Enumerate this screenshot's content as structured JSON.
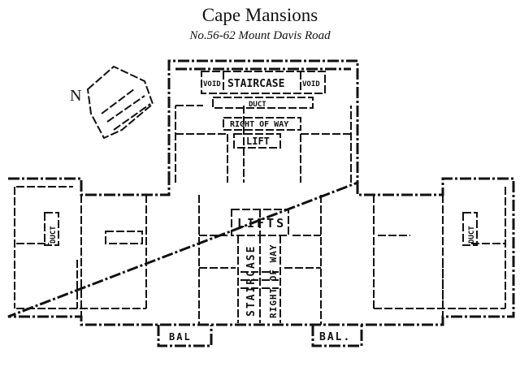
{
  "title": "Cape Mansions",
  "subtitle": "No.56-62 Mount Davis Road",
  "north_label": "N",
  "labels": {
    "void_left": "VOID",
    "staircase_top": "STAIRCASE",
    "void_right": "VOID",
    "duct_top": "DUCT",
    "right_of_way_top": "RIGHT OF WAY",
    "lift": "LIFT",
    "lifts": "LIFTS",
    "staircase_center": "STAIRCASE",
    "right_of_way_center": "RIGHT OF WAY",
    "duct_left": "DUCT",
    "duct_right": "DUCT",
    "bal_left": "BAL",
    "bal_right": "BAL."
  }
}
